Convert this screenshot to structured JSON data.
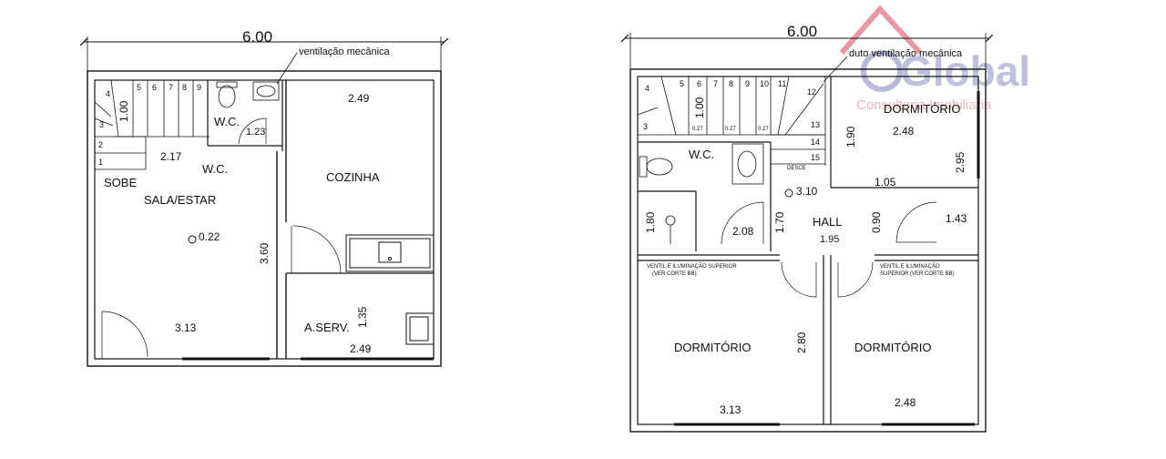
{
  "watermark": {
    "brand": "Global",
    "tagline": "Consultoria Imobiliaria",
    "color": "#c8102e",
    "icon": "house-logo-icon"
  },
  "ground_floor": {
    "overall_width": "6.00",
    "note": "ventilação mecânica",
    "stair_steps": [
      "1",
      "2",
      "3",
      "4",
      "5",
      "6",
      "7",
      "8",
      "9"
    ],
    "stair_width": "1.00",
    "rooms": {
      "wc": "W.C.",
      "wc_below": "W.C.",
      "sobe": "SOBE",
      "sala": "SALA/ESTAR",
      "cozinha": "COZINHA",
      "aserv": "A.SERV."
    },
    "dims": {
      "wc_width": "1.23",
      "cozinha_width": "2.49",
      "stair_depth": "2.17",
      "level_mark": "0.22",
      "sala_height": "3.60",
      "sala_width": "3.13",
      "aserv_height": "1.35",
      "aserv_width": "2.49"
    }
  },
  "upper_floor": {
    "overall_width": "6.00",
    "note": "duto ventilação mecânica",
    "stair_steps": [
      "3",
      "4",
      "5",
      "6",
      "7",
      "8",
      "9",
      "10",
      "11",
      "12",
      "13",
      "14",
      "15"
    ],
    "stair_width": "1.00",
    "small_labels": [
      "0.27",
      "0.27",
      "0.27"
    ],
    "desce": "DESCE",
    "rooms": {
      "wc": "W.C.",
      "dorm_top": "DORMITÓRIO",
      "hall": "HALL",
      "dorm_left": "DORMITÓRIO",
      "dorm_right": "DORMITÓRIO"
    },
    "dims": {
      "dorm_top_height": "1.90",
      "dorm_top_width": "2.48",
      "dorm_top_side": "2.95",
      "hall_top": "1.05",
      "level_mark": "3.10",
      "wc_height": "1.80",
      "wc_width": "2.08",
      "hall_height": "1.70",
      "hall_side": "0.90",
      "hall_width": "1.95",
      "hall_right": "1.43",
      "dorm_left_height": "2.80",
      "dorm_left_width": "3.13",
      "dorm_right_width": "2.48"
    },
    "notes": {
      "vent_left_1": "VENTIL.E ILUMINAÇÃO SUPERIOR",
      "vent_left_2": "(VER CORTE BB)",
      "vent_right_1": "VENTIL.E ILUMINAÇÃO",
      "vent_right_2": "SUPERIOR (VER CORTE BB)"
    }
  }
}
